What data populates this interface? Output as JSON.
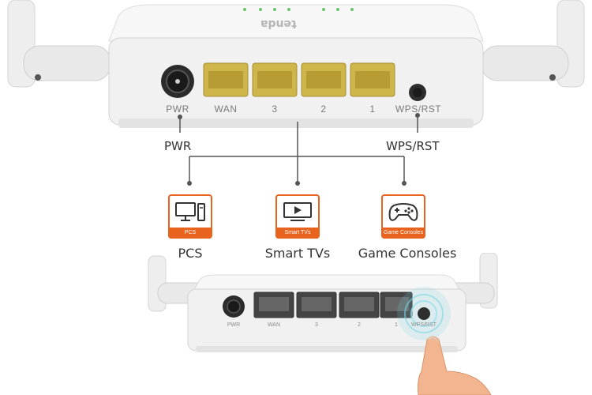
{
  "top_router": {
    "brand_text": "tenda",
    "port_labels": {
      "pwr": "PWR",
      "wan": "WAN",
      "lan3": "3",
      "lan2": "2",
      "lan1": "1",
      "wps": "WPS/RST"
    }
  },
  "callouts": {
    "pwr": "PWR",
    "wps": "WPS/RST"
  },
  "devices": [
    {
      "icon": "pc-icon",
      "band": "PCS",
      "label": "PCS"
    },
    {
      "icon": "smart-tv-icon",
      "band": "Smart TVs",
      "label": "Smart TVs"
    },
    {
      "icon": "game-controller-icon",
      "band": "Game Consoles",
      "label": "Game Consoles"
    }
  ],
  "bottom_router": {
    "port_labels": {
      "pwr": "PWR",
      "wan": "WAN",
      "lan3": "3",
      "lan2": "2",
      "lan1": "1",
      "wps": "WPS/RST"
    }
  },
  "colors": {
    "accent": "#e8641e",
    "port_yellow": "#d9c24a",
    "router_white": "#f2f2f2",
    "wps_glow": "#7fd6e6"
  }
}
